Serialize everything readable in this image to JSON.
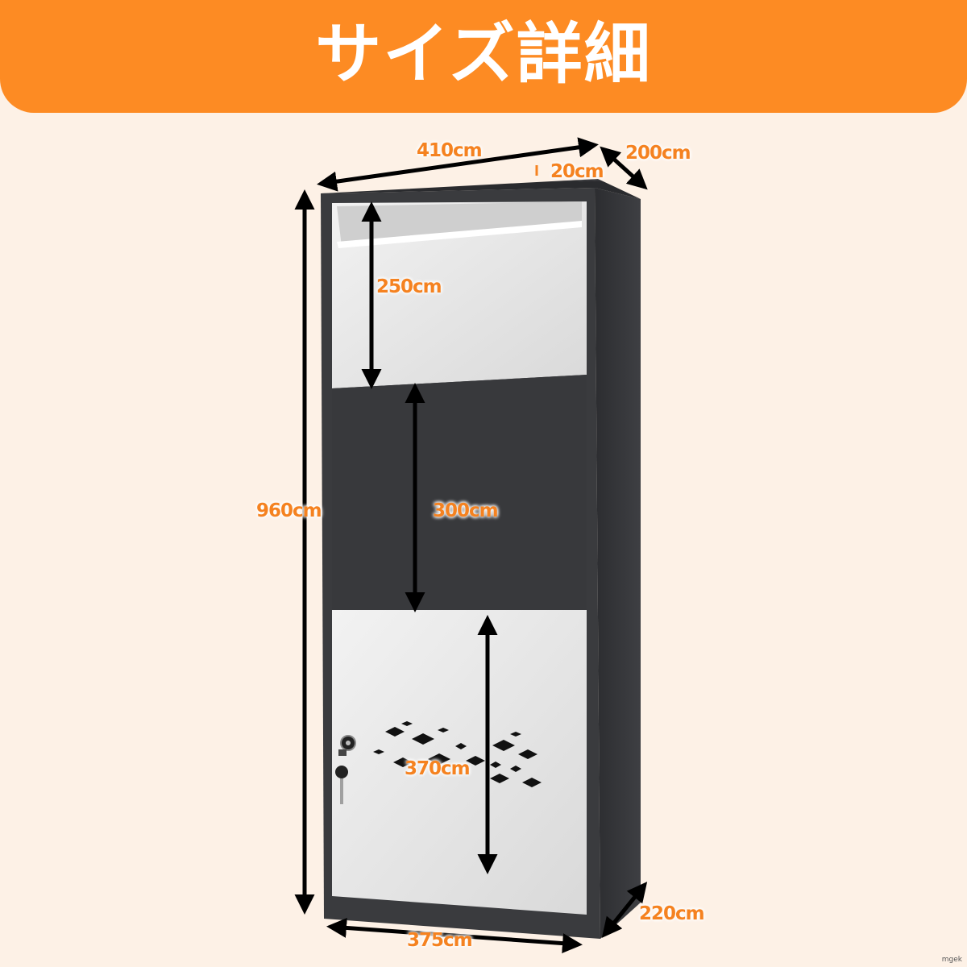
{
  "header": {
    "title": "サイズ詳細"
  },
  "dimensions": {
    "top_width": "410cm",
    "top_depth": "200cm",
    "lip_depth": "20cm",
    "total_height": "960cm",
    "slot_height": "250cm",
    "middle_height": "300cm",
    "lower_height": "370cm",
    "bottom_width": "375cm",
    "bottom_depth": "220cm"
  },
  "colors": {
    "accent": "#fd8b23",
    "background": "#fdf1e6",
    "cabinet_dark": "#3a3b3e",
    "panel_light": "#e6e6e6",
    "arrow": "#000000"
  },
  "watermark": "mgek"
}
